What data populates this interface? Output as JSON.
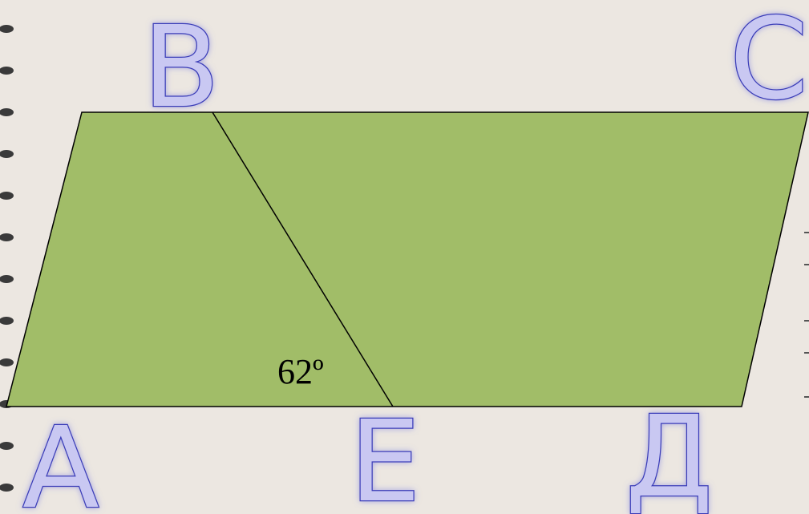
{
  "figure": {
    "shape": "parallelogram",
    "fill_color": "#a1bd68",
    "line_color": "#000000",
    "vertices": {
      "B": "B",
      "C": "C",
      "A": "A",
      "E": "E",
      "D": "Д"
    },
    "angle_label": "62º"
  }
}
